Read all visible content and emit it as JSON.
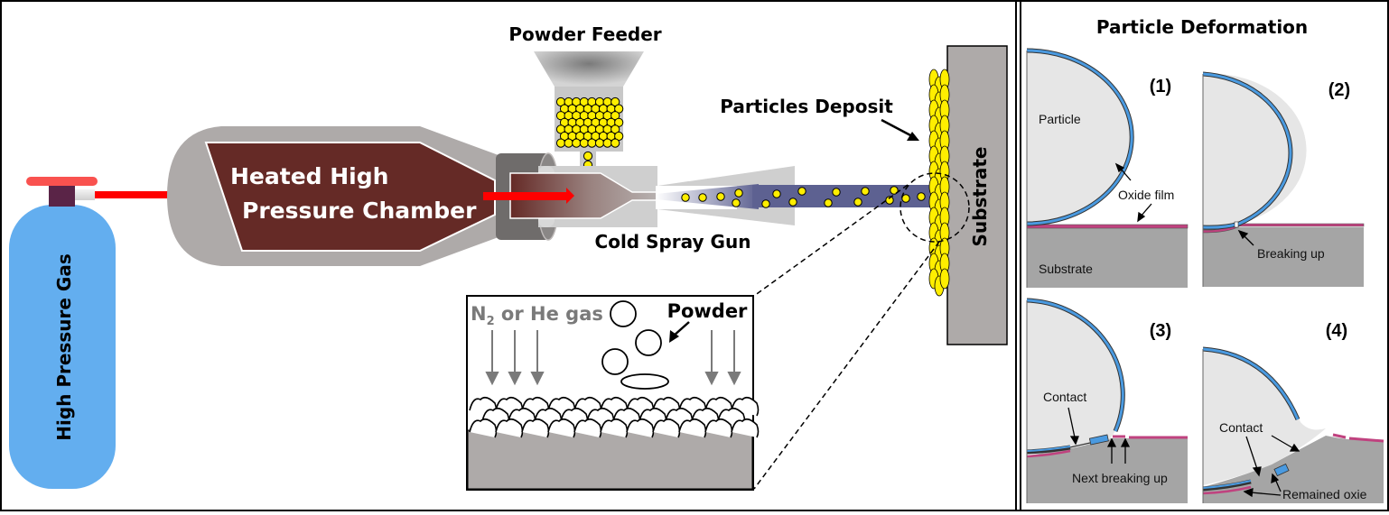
{
  "figure": {
    "process_panel": {
      "gas_tank_label": "High Pressure Gas",
      "chamber_label_line1": "Heated High",
      "chamber_label_line2": "Pressure Chamber",
      "powder_feeder_label": "Powder Feeder",
      "gun_label": "Cold Spray Gun",
      "deposit_label": "Particles Deposit",
      "substrate_label": "Substrate",
      "inset": {
        "gas_label_prefix": "N",
        "gas_label_subscript": "2",
        "gas_label_suffix": " or He gas",
        "powder_label": "Powder"
      }
    },
    "deformation_panel": {
      "title": "Particle Deformation",
      "steps": [
        {
          "number": "(1)",
          "labels": {
            "particle": "Particle",
            "oxide": "Oxide film",
            "substrate": "Substrate"
          }
        },
        {
          "number": "(2)",
          "labels": {
            "breaking": "Breaking up"
          }
        },
        {
          "number": "(3)",
          "labels": {
            "contact": "Contact",
            "next": "Next breaking up"
          }
        },
        {
          "number": "(4)",
          "labels": {
            "contact": "Contact",
            "remained": "Remained oxie"
          }
        }
      ]
    },
    "colors": {
      "tank": "#63aeef",
      "tank_cap": "#f9524f",
      "valve": "#5a2447",
      "flow_arrow": "#ff0000",
      "chamber_shell": "#aeaaa9",
      "chamber_inner": "#652a26",
      "jet": "#5d6191",
      "particle": "#ffee00",
      "substrate": "#aeaaa9",
      "oxide_particle": "#4a9ae0",
      "oxide_substrate": "#c0427f",
      "particle_fill": "#e6e6e6",
      "substrate_dark": "#a5a5a5",
      "gas_text": "#7a7a7a"
    }
  }
}
